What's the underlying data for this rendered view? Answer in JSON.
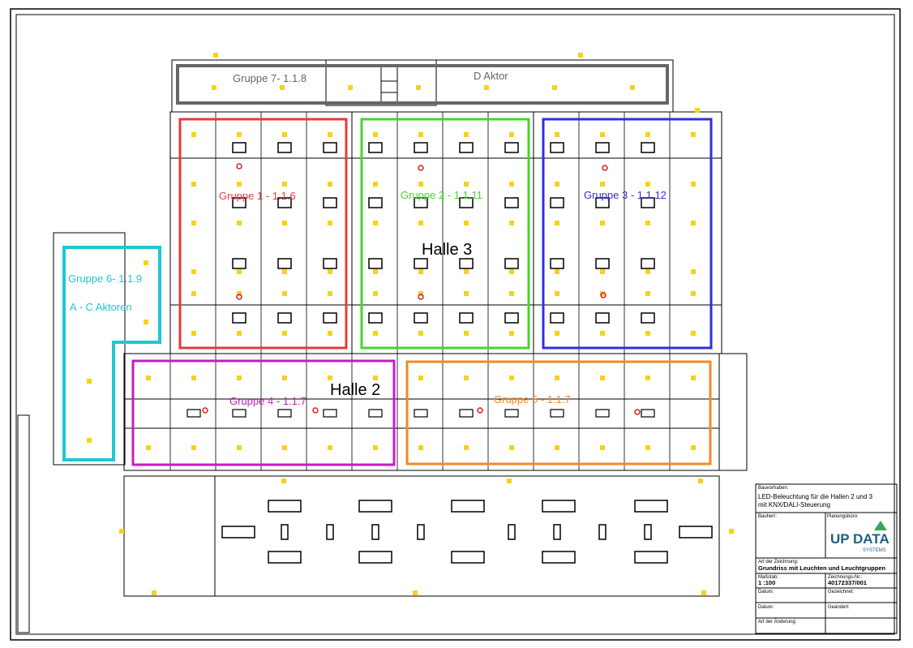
{
  "halls": {
    "hall3": "Halle 3",
    "hall2": "Halle 2"
  },
  "groups": [
    {
      "id": "g1",
      "label": "Gruppe 1 - 1.1.6",
      "color": "#e83a3a"
    },
    {
      "id": "g2",
      "label": "Gruppe 2 - 1.1.11",
      "color": "#44d62c"
    },
    {
      "id": "g3",
      "label": "Gruppe 3 - 1.1.12",
      "color": "#2f2fe0"
    },
    {
      "id": "g4",
      "label": "Gruppe 4 - 1.1.7",
      "color": "#c21fc2"
    },
    {
      "id": "g5",
      "label": "Gruppe 5 - 1.1.7",
      "color": "#f08a24"
    },
    {
      "id": "g6",
      "label": "Gruppe 6- 1.1.9",
      "sublabel": "A - C Aktoren",
      "color": "#1fc8d0"
    },
    {
      "id": "g7",
      "label": "Gruppe 7- 1.1.8",
      "sublabel": "D Aktor",
      "color": "#666666"
    }
  ],
  "luminaire_color": "#f7d21a",
  "title_block": {
    "project_caption": "Bauvorhaben:",
    "project_line1": "LED-Beleuchtung für die Hallen 2 und 3",
    "project_line2": "mit KNX/DALI-Steuerung",
    "client_caption": "Bauherr:",
    "planner_caption": "Planungsbüro:",
    "logo_text": "UP DATA",
    "logo_sub": "SYSTEMS",
    "drawing_caption": "Art der Zeichnung:",
    "drawing_value": "Grundriss mit Leuchten und Leuchtgruppen",
    "scale_caption": "Maßstab:",
    "scale_value": "1 :100",
    "drawing_no_caption": "Zeichnungs-Nr.:",
    "drawing_no_value": "40172337/001",
    "date_caption": "Datum:",
    "drawn_caption": "Gezeichnet:",
    "date2_caption": "Datum:",
    "changed_caption": "Geändert:",
    "change_type_caption": "Art der Änderung:"
  }
}
